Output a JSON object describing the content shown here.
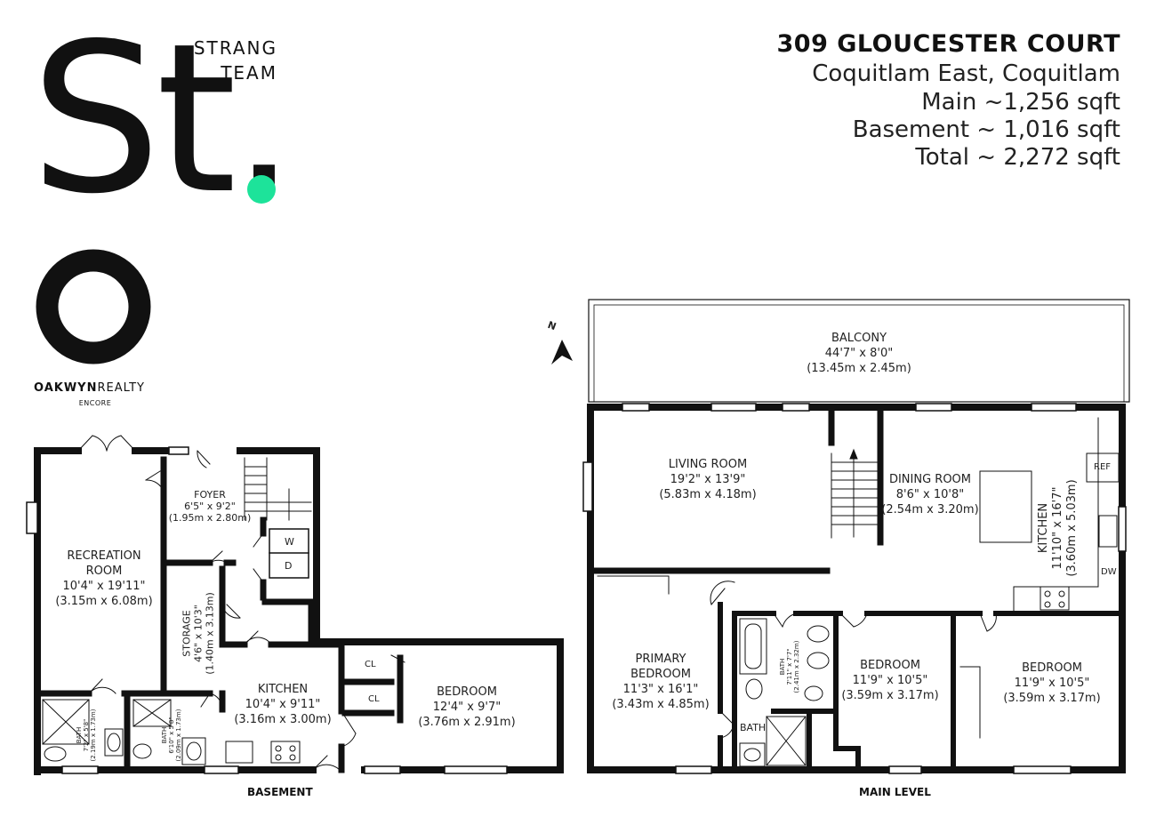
{
  "brand": {
    "logo_letters": "St.",
    "logo_o": "o",
    "team_line1": "STRANG",
    "team_line2": "TEAM",
    "oakwyn_a": "OAKWYN",
    "oakwyn_b": "REALTY",
    "encore": "ENCORE",
    "dot_color": "#1de39a"
  },
  "header": {
    "address": "309 GLOUCESTER COURT",
    "area": "Coquitlam East, Coquitlam",
    "main": "Main ~1,256 sqft",
    "basement": "Basement ~ 1,016 sqft",
    "total": "Total ~ 2,272 sqft"
  },
  "levels": {
    "basement": "BASEMENT",
    "main": "MAIN LEVEL"
  },
  "compass": "N",
  "basement_rooms": {
    "recreation": {
      "name1": "RECREATION",
      "name2": "ROOM",
      "dim": "10'4\" x 19'11\"",
      "metric": "(3.15m x 6.08m)"
    },
    "foyer": {
      "name": "FOYER",
      "dim": "6'5\" x 9'2\"",
      "metric": "(1.95m x 2.80m)"
    },
    "storage": {
      "name": "STORAGE",
      "dim": "4'6\" x 10'3\"",
      "metric": "(1.40m x 3.13m)"
    },
    "kitchen": {
      "name": "KITCHEN",
      "dim": "10'4\" x 9'11\"",
      "metric": "(3.16m x 3.00m)"
    },
    "bedroom": {
      "name": "BEDROOM",
      "dim": "12'4\" x 9'7\"",
      "metric": "(3.76m x 2.91m)"
    },
    "bath1": {
      "name": "BATH",
      "dim": "7'2\" x 5'8\"",
      "metric": "(2.19m x 1.73m)"
    },
    "bath2": {
      "name": "BATH",
      "dim": "6'10\" x 5'8\"",
      "metric": "(2.09m x 1.73m)"
    },
    "w": "W",
    "d": "D",
    "cl1": "CL",
    "cl2": "CL"
  },
  "main_rooms": {
    "balcony": {
      "name": "BALCONY",
      "dim": "44'7\" x 8'0\"",
      "metric": "(13.45m x 2.45m)"
    },
    "living": {
      "name": "LIVING ROOM",
      "dim": "19'2\" x 13'9\"",
      "metric": "(5.83m x 4.18m)"
    },
    "dining": {
      "name": "DINING ROOM",
      "dim": "8'6\" x 10'8\"",
      "metric": "(2.54m x 3.20m)"
    },
    "kitchen": {
      "name": "KITCHEN",
      "dim": "11'10\" x 16'7\"",
      "metric": "(3.60m x 5.03m)"
    },
    "primary": {
      "name1": "PRIMARY",
      "name2": "BEDROOM",
      "dim": "11'3\" x 16'1\"",
      "metric": "(3.43m x 4.85m)"
    },
    "bath_ensuite": {
      "name": "BATH",
      "dim": "7'11\" x 7'7\"",
      "metric": "(2.41m x 2.32m)"
    },
    "bath": "BATH",
    "bedroom2": {
      "name": "BEDROOM",
      "dim": "11'9\" x 10'5\"",
      "metric": "(3.59m x 3.17m)"
    },
    "bedroom3": {
      "name": "BEDROOM",
      "dim": "11'9\" x 10'5\"",
      "metric": "(3.59m x 3.17m)"
    },
    "ref": "REF",
    "dw": "DW"
  }
}
